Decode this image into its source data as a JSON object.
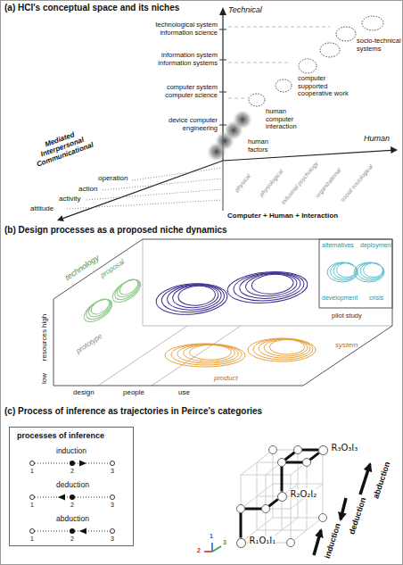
{
  "diagram": {
    "nodes": [
      {
        "text": [
          "processes of inference",
          "induction",
          "1",
          "2",
          "3",
          "deduction",
          "1",
          "2",
          "3",
          "abduction",
          "1",
          "2",
          "3"
        ]
      },
      {
        "text": [
          "R₃O₃I₃"
        ]
      },
      {
        "text": [
          "R₂O₂I₂"
        ]
      },
      {
        "text": [
          "R₁O₁I₁"
        ]
      }
    ],
    "edges": [
      {
        "from": 3,
        "to": 2,
        "arrow": "none"
      },
      {
        "from": 2,
        "to": 1,
        "arrow": "none"
      }
    ],
    "labels": [
      "(a) HCI's conceptual space and its niches",
      "Technical",
      "Human",
      "Mediated Interpersonal Communicational",
      "technological system information science",
      "information system information systems",
      "computer system computer science",
      "device computer engineering",
      "socio-technical systems",
      "computer supported cooperative work",
      "human computer interaction",
      "human factors",
      "physical",
      "physiological",
      "industrial psychology",
      "organizational",
      "social sociological",
      "operation",
      "action",
      "activity",
      "attitude",
      "Computer + Human + Interaction",
      "(b) Design processes as a proposed niche dynamics",
      "technology",
      "proposal",
      "prototype",
      "alternatives",
      "deployment",
      "development",
      "crisis",
      "pilot study",
      "system",
      "product",
      "resources high",
      "low",
      "design",
      "people",
      "use",
      "(c) Process of inference as trajectories in Peirce's categories",
      "abduction",
      "deduction",
      "induction",
      "1",
      "2",
      "3"
    ]
  }
}
